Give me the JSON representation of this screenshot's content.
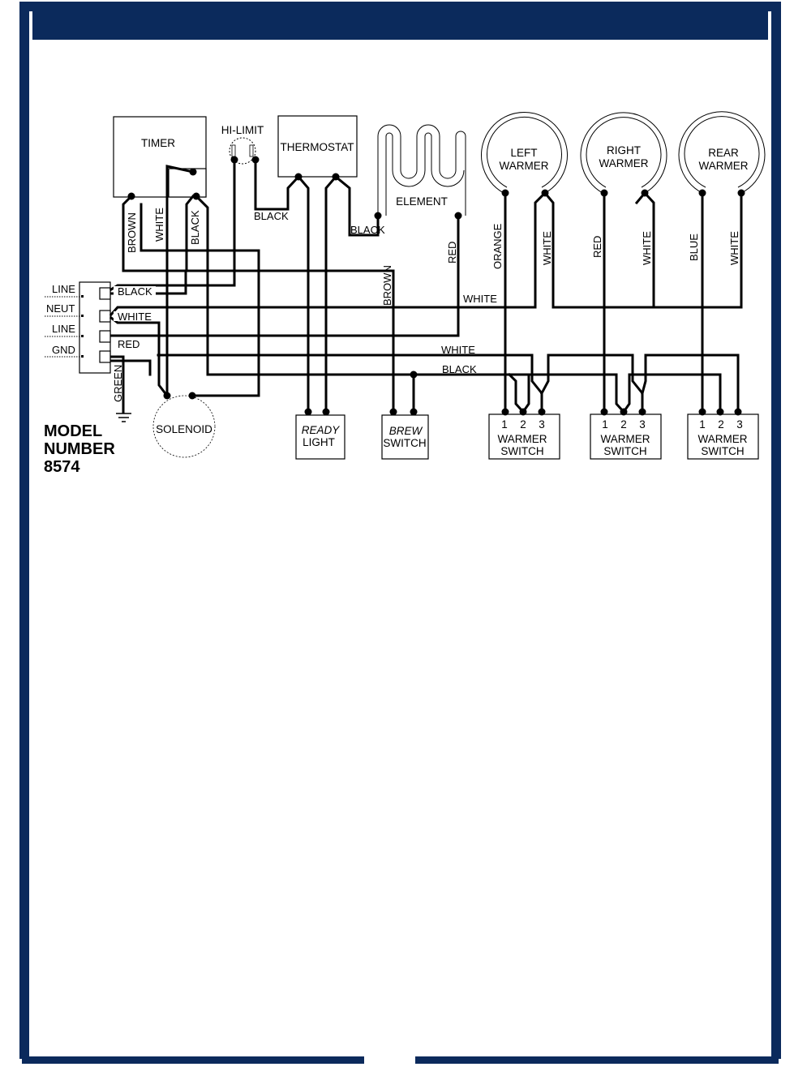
{
  "header": {
    "title": ""
  },
  "model": {
    "line1": "MODEL",
    "line2": "NUMBER",
    "number": "8574"
  },
  "components": {
    "timer": "TIMER",
    "hi_limit": "HI-LIMIT",
    "thermostat": "THERMOSTAT",
    "element": "ELEMENT",
    "left_warmer": [
      "LEFT",
      "WARMER"
    ],
    "right_warmer": [
      "RIGHT",
      "WARMER"
    ],
    "rear_warmer": [
      "REAR",
      "WARMER"
    ],
    "solenoid": "SOLENOID",
    "ready_light": [
      "READY",
      "LIGHT"
    ],
    "brew_switch": [
      "BREW",
      "SWITCH"
    ],
    "warmer_switch": [
      "WARMER",
      "SWITCH"
    ],
    "switch_terminals": [
      "1",
      "2",
      "3"
    ]
  },
  "terminal_block": [
    "LINE",
    "NEUT",
    "LINE",
    "GND"
  ],
  "wire_labels": {
    "brown": "BROWN",
    "white": "WHITE",
    "black": "BLACK",
    "red": "RED",
    "orange": "ORANGE",
    "blue": "BLUE",
    "green": "GREEN"
  }
}
